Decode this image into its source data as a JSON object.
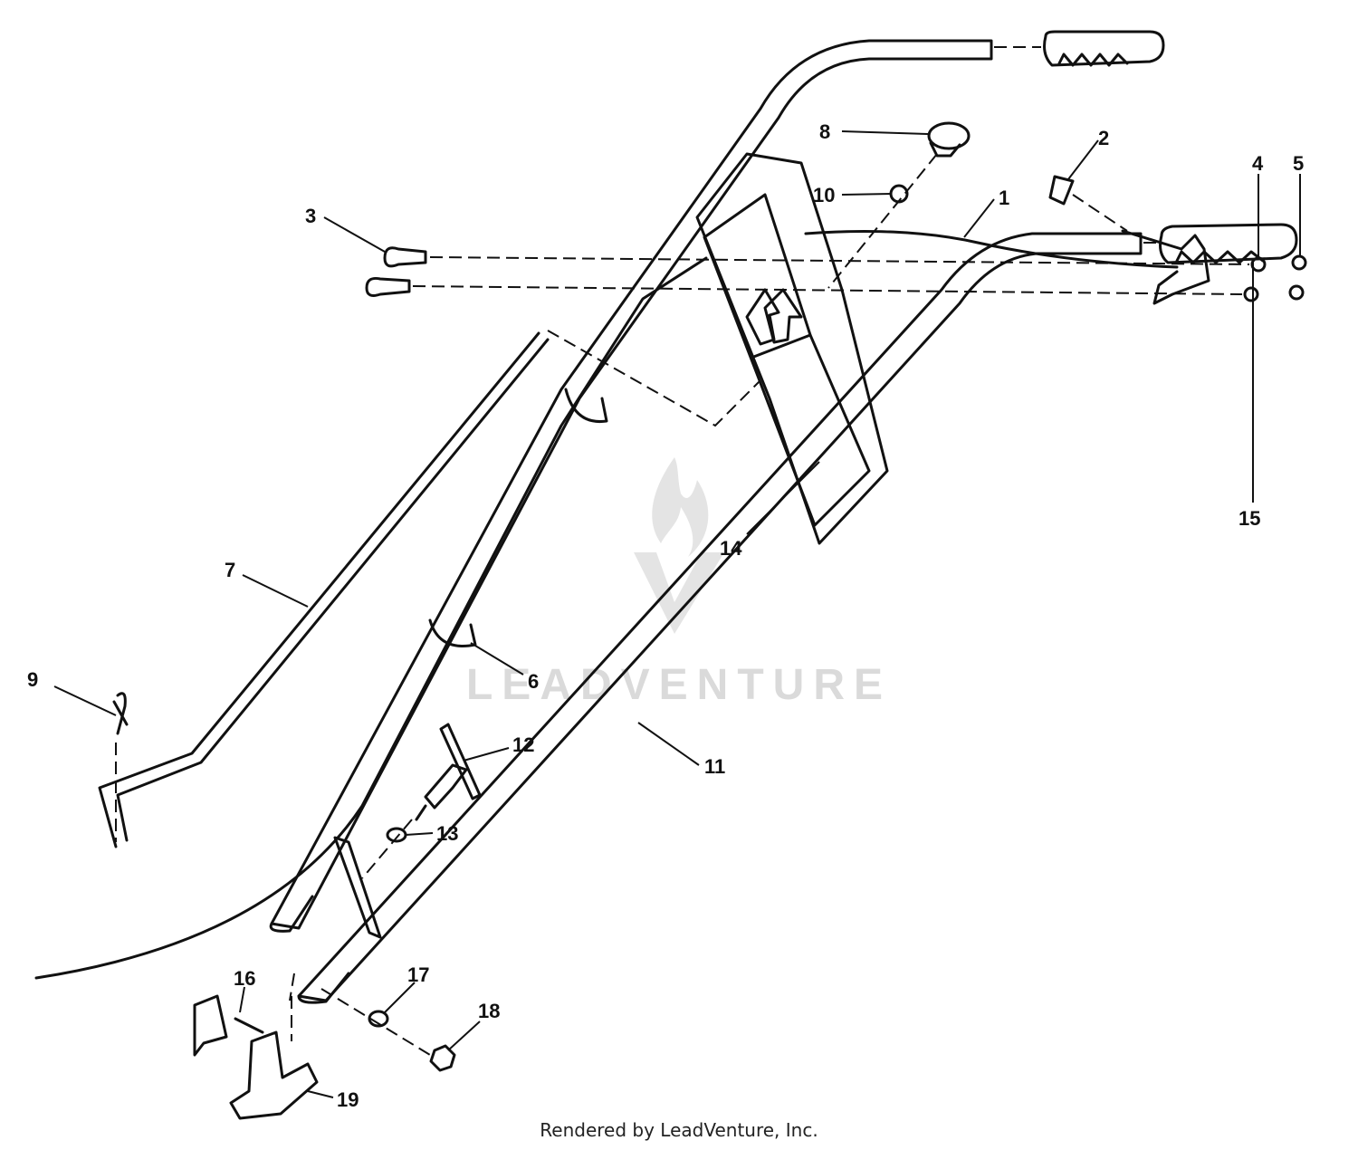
{
  "callouts": [
    {
      "id": "c1",
      "text": "1"
    },
    {
      "id": "c2",
      "text": "2"
    },
    {
      "id": "c3",
      "text": "3"
    },
    {
      "id": "c4",
      "text": "4"
    },
    {
      "id": "c5",
      "text": "5"
    },
    {
      "id": "c6",
      "text": "6"
    },
    {
      "id": "c7",
      "text": "7"
    },
    {
      "id": "c8",
      "text": "8"
    },
    {
      "id": "c9",
      "text": "9"
    },
    {
      "id": "c10",
      "text": "10"
    },
    {
      "id": "c11",
      "text": "11"
    },
    {
      "id": "c12",
      "text": "12"
    },
    {
      "id": "c13",
      "text": "13"
    },
    {
      "id": "c14",
      "text": "14"
    },
    {
      "id": "c15",
      "text": "15"
    },
    {
      "id": "c16",
      "text": "16"
    },
    {
      "id": "c17",
      "text": "17"
    },
    {
      "id": "c18",
      "text": "18"
    },
    {
      "id": "c19",
      "text": "19"
    }
  ],
  "watermark": {
    "brand": "LEADVENTURE"
  },
  "footer": {
    "text": "Rendered by LeadVenture, Inc."
  }
}
